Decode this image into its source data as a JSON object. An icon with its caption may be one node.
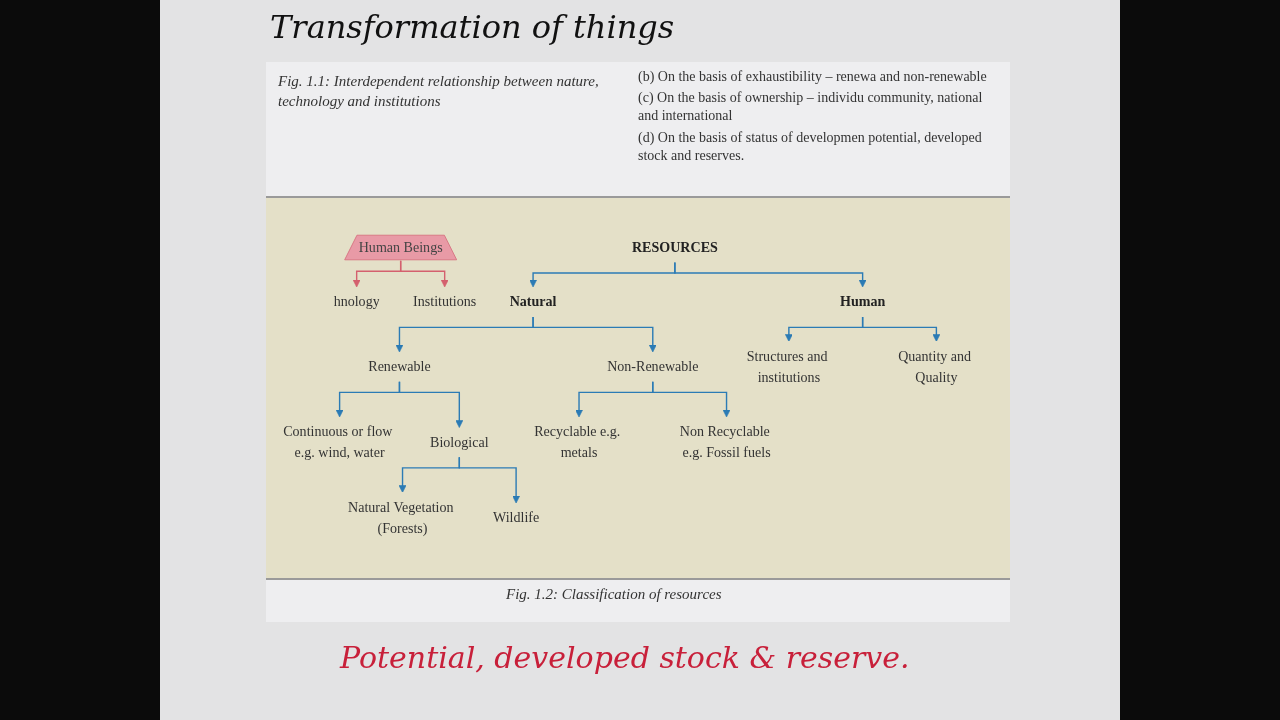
{
  "diagram": {
    "title": "Transformation of things",
    "caption": "Fig. 1.2: Classification of resources",
    "nodes": [
      {
        "text": [
          "Human Beings"
        ]
      },
      {
        "text": [
          "hnology"
        ]
      },
      {
        "text": [
          "Institutions"
        ]
      },
      {
        "text": [
          "RESOURCES"
        ]
      },
      {
        "text": [
          "Natural"
        ]
      },
      {
        "text": [
          "Human"
        ]
      },
      {
        "text": [
          "Renewable"
        ]
      },
      {
        "text": [
          "Non-Renewable"
        ]
      },
      {
        "text": [
          "Structures and institutions"
        ]
      },
      {
        "text": [
          "Quantity and Quality"
        ]
      },
      {
        "text": [
          "Continuous or flow e.g. wind, water"
        ]
      },
      {
        "text": [
          "Biological"
        ]
      },
      {
        "text": [
          "Recyclable e.g. metals"
        ]
      },
      {
        "text": [
          "Non Recyclable e.g. Fossil fuels"
        ]
      },
      {
        "text": [
          "Natural Vegetation (Forests)"
        ]
      },
      {
        "text": [
          "Wildlife"
        ]
      }
    ],
    "edges": [
      {
        "from": 0,
        "to": 1,
        "arrow": "to",
        "color": "#d4606e"
      },
      {
        "from": 0,
        "to": 2,
        "arrow": "to",
        "color": "#d4606e"
      },
      {
        "from": 3,
        "to": 4,
        "arrow": "to"
      },
      {
        "from": 3,
        "to": 5,
        "arrow": "to"
      },
      {
        "from": 4,
        "to": 6,
        "arrow": "to"
      },
      {
        "from": 4,
        "to": 7,
        "arrow": "to"
      },
      {
        "from": 5,
        "to": 8,
        "arrow": "to"
      },
      {
        "from": 5,
        "to": 9,
        "arrow": "to"
      },
      {
        "from": 6,
        "to": 10,
        "arrow": "to"
      },
      {
        "from": 6,
        "to": 11,
        "arrow": "to"
      },
      {
        "from": 7,
        "to": 12,
        "arrow": "to"
      },
      {
        "from": 7,
        "to": 13,
        "arrow": "to"
      },
      {
        "from": 11,
        "to": 14,
        "arrow": "to"
      },
      {
        "from": 11,
        "to": 15,
        "arrow": "to"
      }
    ],
    "labels": [
      "Fig. 1.1: Interdependent relationship between nature, technology and institutions",
      "(b) On the basis of exhaustibility – renewa and non-renewable",
      "(c) On the basis of ownership – individu community, national and international",
      "(d) On the basis of status of developmen potential, developed stock and reserves.",
      "Potential, developed stock & reserve."
    ]
  }
}
